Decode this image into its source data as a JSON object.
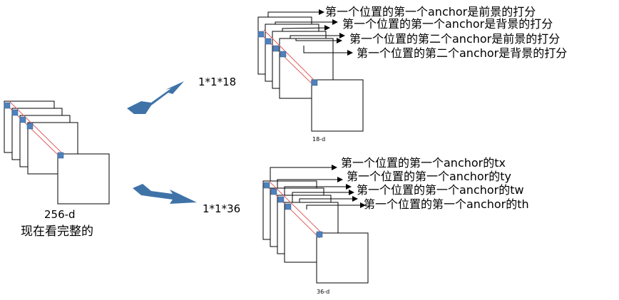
{
  "left": {
    "size_label": "256-d",
    "caption": "现在看完整的"
  },
  "top": {
    "shape_label": "1*1*18",
    "depth_label": "18-d",
    "annotations": [
      "第一个位置的第一个anchor是前景的打分",
      "第一个位置的第一个anchor是背景的打分",
      "第一个位置的第二个anchor是前景的打分",
      "第一个位置的第二个anchor是背景的打分"
    ]
  },
  "bottom": {
    "shape_label": "1*1*36",
    "depth_label": "36-d",
    "annotations": [
      "第一个位置的第一个anchor的tx",
      "第一个位置的第一个anchor的ty",
      "第一个位置的第一个anchor的tw",
      "第一个位置的第一个anchor的th"
    ]
  },
  "colors": {
    "cell": "#4f81bd",
    "diagonal": "#e06060",
    "arrow": "#3f73a8",
    "stroke": "#000000"
  },
  "icons": [
    "arrow-icon",
    "cell-icon"
  ]
}
